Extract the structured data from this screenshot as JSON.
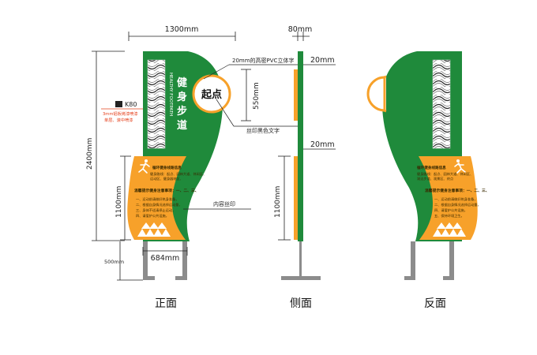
{
  "colors": {
    "green": "#1f8a3b",
    "orange": "#f7a12a",
    "post": "#8c8c8c",
    "red_note": "#e5401c"
  },
  "dimensions": {
    "width_top": "1300mm",
    "thickness": "80mm",
    "pvc_depth_top": "20mm",
    "pvc_depth_bottom": "20mm",
    "circle_height": "550mm",
    "total_height": "2400mm",
    "panel_height_front": "1100mm",
    "panel_height_side": "1100mm",
    "panel_width": "684mm",
    "leg_height": "500mm"
  },
  "callouts": {
    "pvc_note": "20mm的高密PVC立体字",
    "silk_black": "丝印黑色文字",
    "content_silk": "内容丝印",
    "material_code": "K80",
    "material_note_1": "3mm铝板烤漆喷漆",
    "material_note_2": "单层、滚中喷漆"
  },
  "sign": {
    "title_chars": [
      "健",
      "身",
      "步",
      "道"
    ],
    "english": "HEALTHY FOOTPATH",
    "start_text": "起点",
    "panel_heading": "循环健身线路信息",
    "panel_subheading": "温馨提示健身注意事项：一、二、三、",
    "panel_lines": [
      "健身路线：起点、园林大道、休闲区、",
      "运动区、健身器材区、",
      "湖边步道、观景区、终点",
      "一、运动前请做好热身准备，",
      "二、根据自身情况选择运动量，",
      "三、身体不适请停止运动，",
      "四、请爱护公共设施，",
      "五、保持环境卫生。"
    ]
  },
  "captions": {
    "front": "正面",
    "side": "侧面",
    "back": "反面"
  }
}
